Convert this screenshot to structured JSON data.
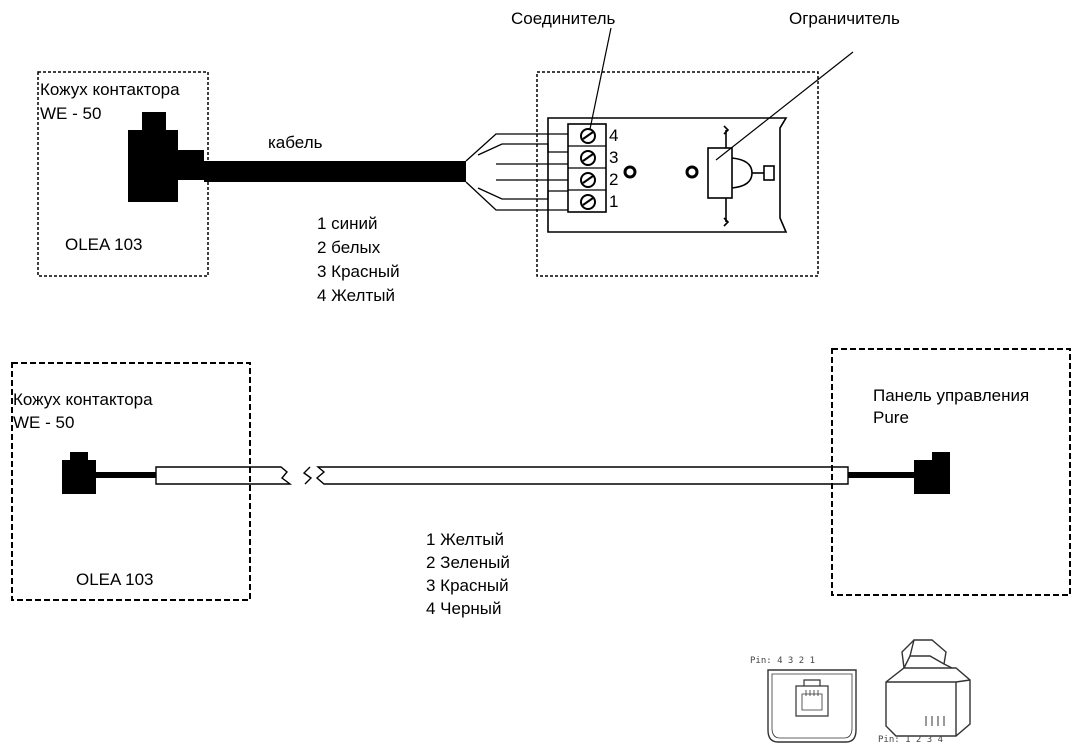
{
  "diagram": {
    "top": {
      "housing_label_line1": "Кожух контактора",
      "housing_label_line2": "WE - 50",
      "model_label": "OLEA 103",
      "cable_label": "кабель",
      "connector_label": "Соединитель",
      "limiter_label": "Ограничитель",
      "terminal_numbers": [
        "4",
        "3",
        "2",
        "1"
      ],
      "wire_colors": [
        "1 синий",
        "2 белых",
        "3 Красный",
        "4 Желтый"
      ]
    },
    "bottom": {
      "housing_label_line1": "Кожух контактора",
      "housing_label_line2": "WE - 50",
      "model_label": "OLEA 103",
      "panel_label_line1": "Панель управления",
      "panel_label_line2": "Pure",
      "wire_colors": [
        "1 Желтый",
        "2 Зеленый",
        "3 Красный",
        "4 Черный"
      ]
    },
    "pinout": {
      "top_pin_label": "Pin: 4 3 2 1",
      "bottom_pin_label": "Pin: 1 2 3 4"
    }
  }
}
